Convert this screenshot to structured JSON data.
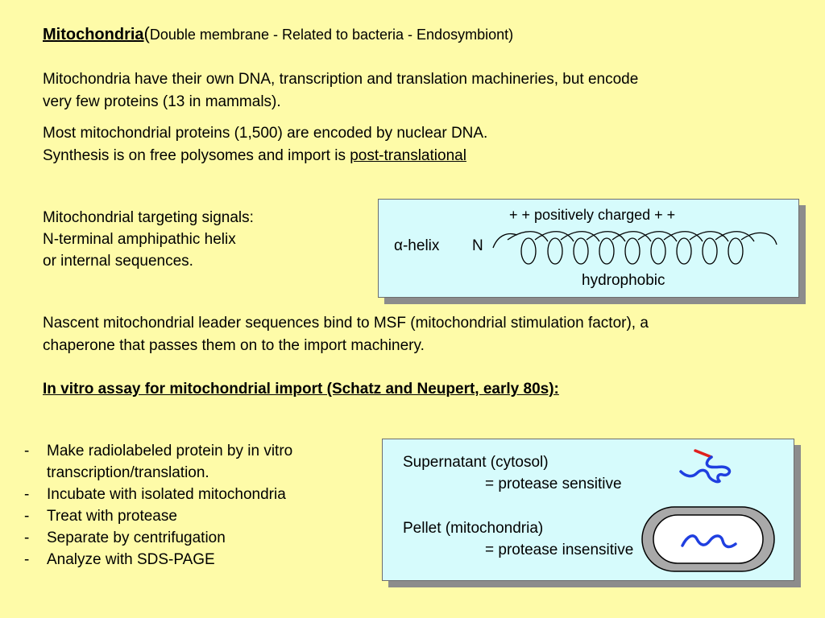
{
  "title": {
    "main": "Mitochondria",
    "open_paren": "(",
    "sub": "Double membrane - Related to bacteria - Endosymbiont)"
  },
  "para1": {
    "line1": "Mitochondria have their own DNA, transcription and translation machineries, but encode",
    "line2": "very few proteins (13 in mammals)."
  },
  "para2": {
    "line1": "Most mitochondrial proteins (1,500) are encoded by nuclear DNA.",
    "line2_prefix": "Synthesis is on free polysomes and import is ",
    "line2_link": "post-translational"
  },
  "targeting": {
    "line1": "Mitochondrial targeting signals:",
    "line2": "N-terminal amphipathic helix",
    "line3": "or internal sequences."
  },
  "helix_box": {
    "top_label": "+  + positively charged +  +",
    "alpha": "α",
    "helix_label": "-helix",
    "n_label": "N",
    "bottom_label": "hydrophobic"
  },
  "para3": {
    "line1": "Nascent mitochondrial leader sequences bind to MSF (mitochondrial stimulation factor), a",
    "line2": "chaperone that passes them on to the import machinery."
  },
  "assay_heading": "In vitro assay for mitochondrial import (Schatz and Neupert, early 80s):",
  "steps": [
    {
      "dash": "-",
      "text": "Make radiolabeled protein by in       vitro"
    },
    {
      "dash": "",
      "text": "transcription/translation."
    },
    {
      "dash": "-",
      "text": "Incubate with isolated mitochondria"
    },
    {
      "dash": "-",
      "text": "Treat with protease"
    },
    {
      "dash": "-",
      "text": "Separate by centrifugation"
    },
    {
      "dash": "-",
      "text": "Analyze with SDS-PAGE"
    }
  ],
  "assay_box": {
    "supernatant": "Supernatant (cytosol)",
    "supernatant_result": "= protease sensitive",
    "pellet": "Pellet (mitochondria)",
    "pellet_result": "= protease insensitive"
  },
  "colors": {
    "background": "#fefba8",
    "box_fill": "#d6fbfc",
    "protein_blue": "#1f3fe0",
    "leader_red": "#e0201f"
  }
}
